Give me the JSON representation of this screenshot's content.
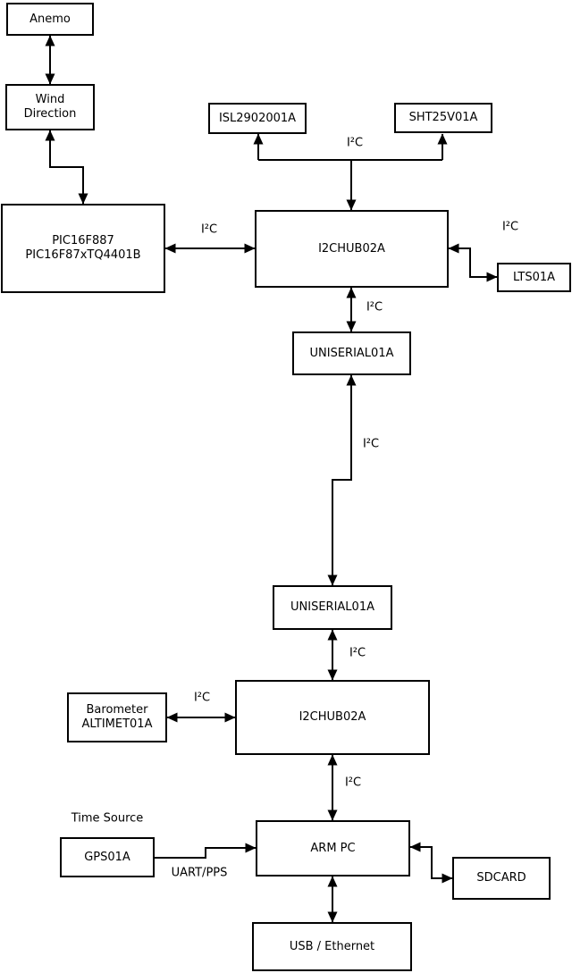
{
  "diagram": {
    "nodes": {
      "anemo": {
        "label": "Anemo"
      },
      "wind_direction": {
        "label": "Wind\nDirection"
      },
      "pic": {
        "label": "PIC16F887\nPIC16F87xTQ4401B"
      },
      "isl": {
        "label": "ISL2902001A"
      },
      "sht": {
        "label": "SHT25V01A"
      },
      "i2chub_top": {
        "label": "I2CHUB02A"
      },
      "lts": {
        "label": "LTS01A"
      },
      "uniserial_top": {
        "label": "UNISERIAL01A"
      },
      "uniserial_bottom": {
        "label": "UNISERIAL01A"
      },
      "i2chub_bottom": {
        "label": "I2CHUB02A"
      },
      "barometer": {
        "label": "Barometer\nALTIMET01A"
      },
      "gps": {
        "label": "GPS01A"
      },
      "arm_pc": {
        "label": "ARM PC"
      },
      "sdcard": {
        "label": "SDCARD"
      },
      "usb_ethernet": {
        "label": "USB / Ethernet"
      }
    },
    "labels": {
      "i2c": "I²C",
      "time_source": "Time Source",
      "uart_pps": "UART/PPS"
    },
    "edges": [
      {
        "from": "Anemo",
        "to": "Wind Direction",
        "style": "bidirectional"
      },
      {
        "from": "Wind Direction",
        "to": "PIC16F887 PIC16F87xTQ4401B",
        "style": "bidirectional"
      },
      {
        "from": "PIC16F887 PIC16F87xTQ4401B",
        "to": "I2CHUB02A (top)",
        "label": "I²C",
        "style": "bidirectional"
      },
      {
        "from": "I2CHUB02A (top)",
        "to": "ISL2902001A",
        "label": "I²C",
        "style": "arrow-to-isl"
      },
      {
        "from": "I2CHUB02A (top)",
        "to": "SHT25V01A",
        "label": "I²C",
        "style": "arrow-to-sht"
      },
      {
        "from": "I2CHUB02A (top)",
        "to": "LTS01A",
        "label": "I²C",
        "style": "bidirectional"
      },
      {
        "from": "I2CHUB02A (top)",
        "to": "UNISERIAL01A (top)",
        "label": "I²C",
        "style": "bidirectional"
      },
      {
        "from": "UNISERIAL01A (top)",
        "to": "UNISERIAL01A (bottom)",
        "label": "I²C",
        "style": "bidirectional"
      },
      {
        "from": "UNISERIAL01A (bottom)",
        "to": "I2CHUB02A (bottom)",
        "label": "I²C",
        "style": "bidirectional"
      },
      {
        "from": "Barometer ALTIMET01A",
        "to": "I2CHUB02A (bottom)",
        "label": "I²C",
        "style": "bidirectional"
      },
      {
        "from": "I2CHUB02A (bottom)",
        "to": "ARM PC",
        "label": "I²C",
        "style": "bidirectional"
      },
      {
        "from": "GPS01A",
        "to": "ARM PC",
        "label": "UART/PPS",
        "style": "unidirectional"
      },
      {
        "from": "ARM PC",
        "to": "SDCARD",
        "style": "bidirectional"
      },
      {
        "from": "ARM PC",
        "to": "USB / Ethernet",
        "style": "bidirectional"
      }
    ],
    "colors": {
      "background": "#ffffff",
      "line": "#000000",
      "box_border": "#000000",
      "text": "#000000"
    }
  }
}
